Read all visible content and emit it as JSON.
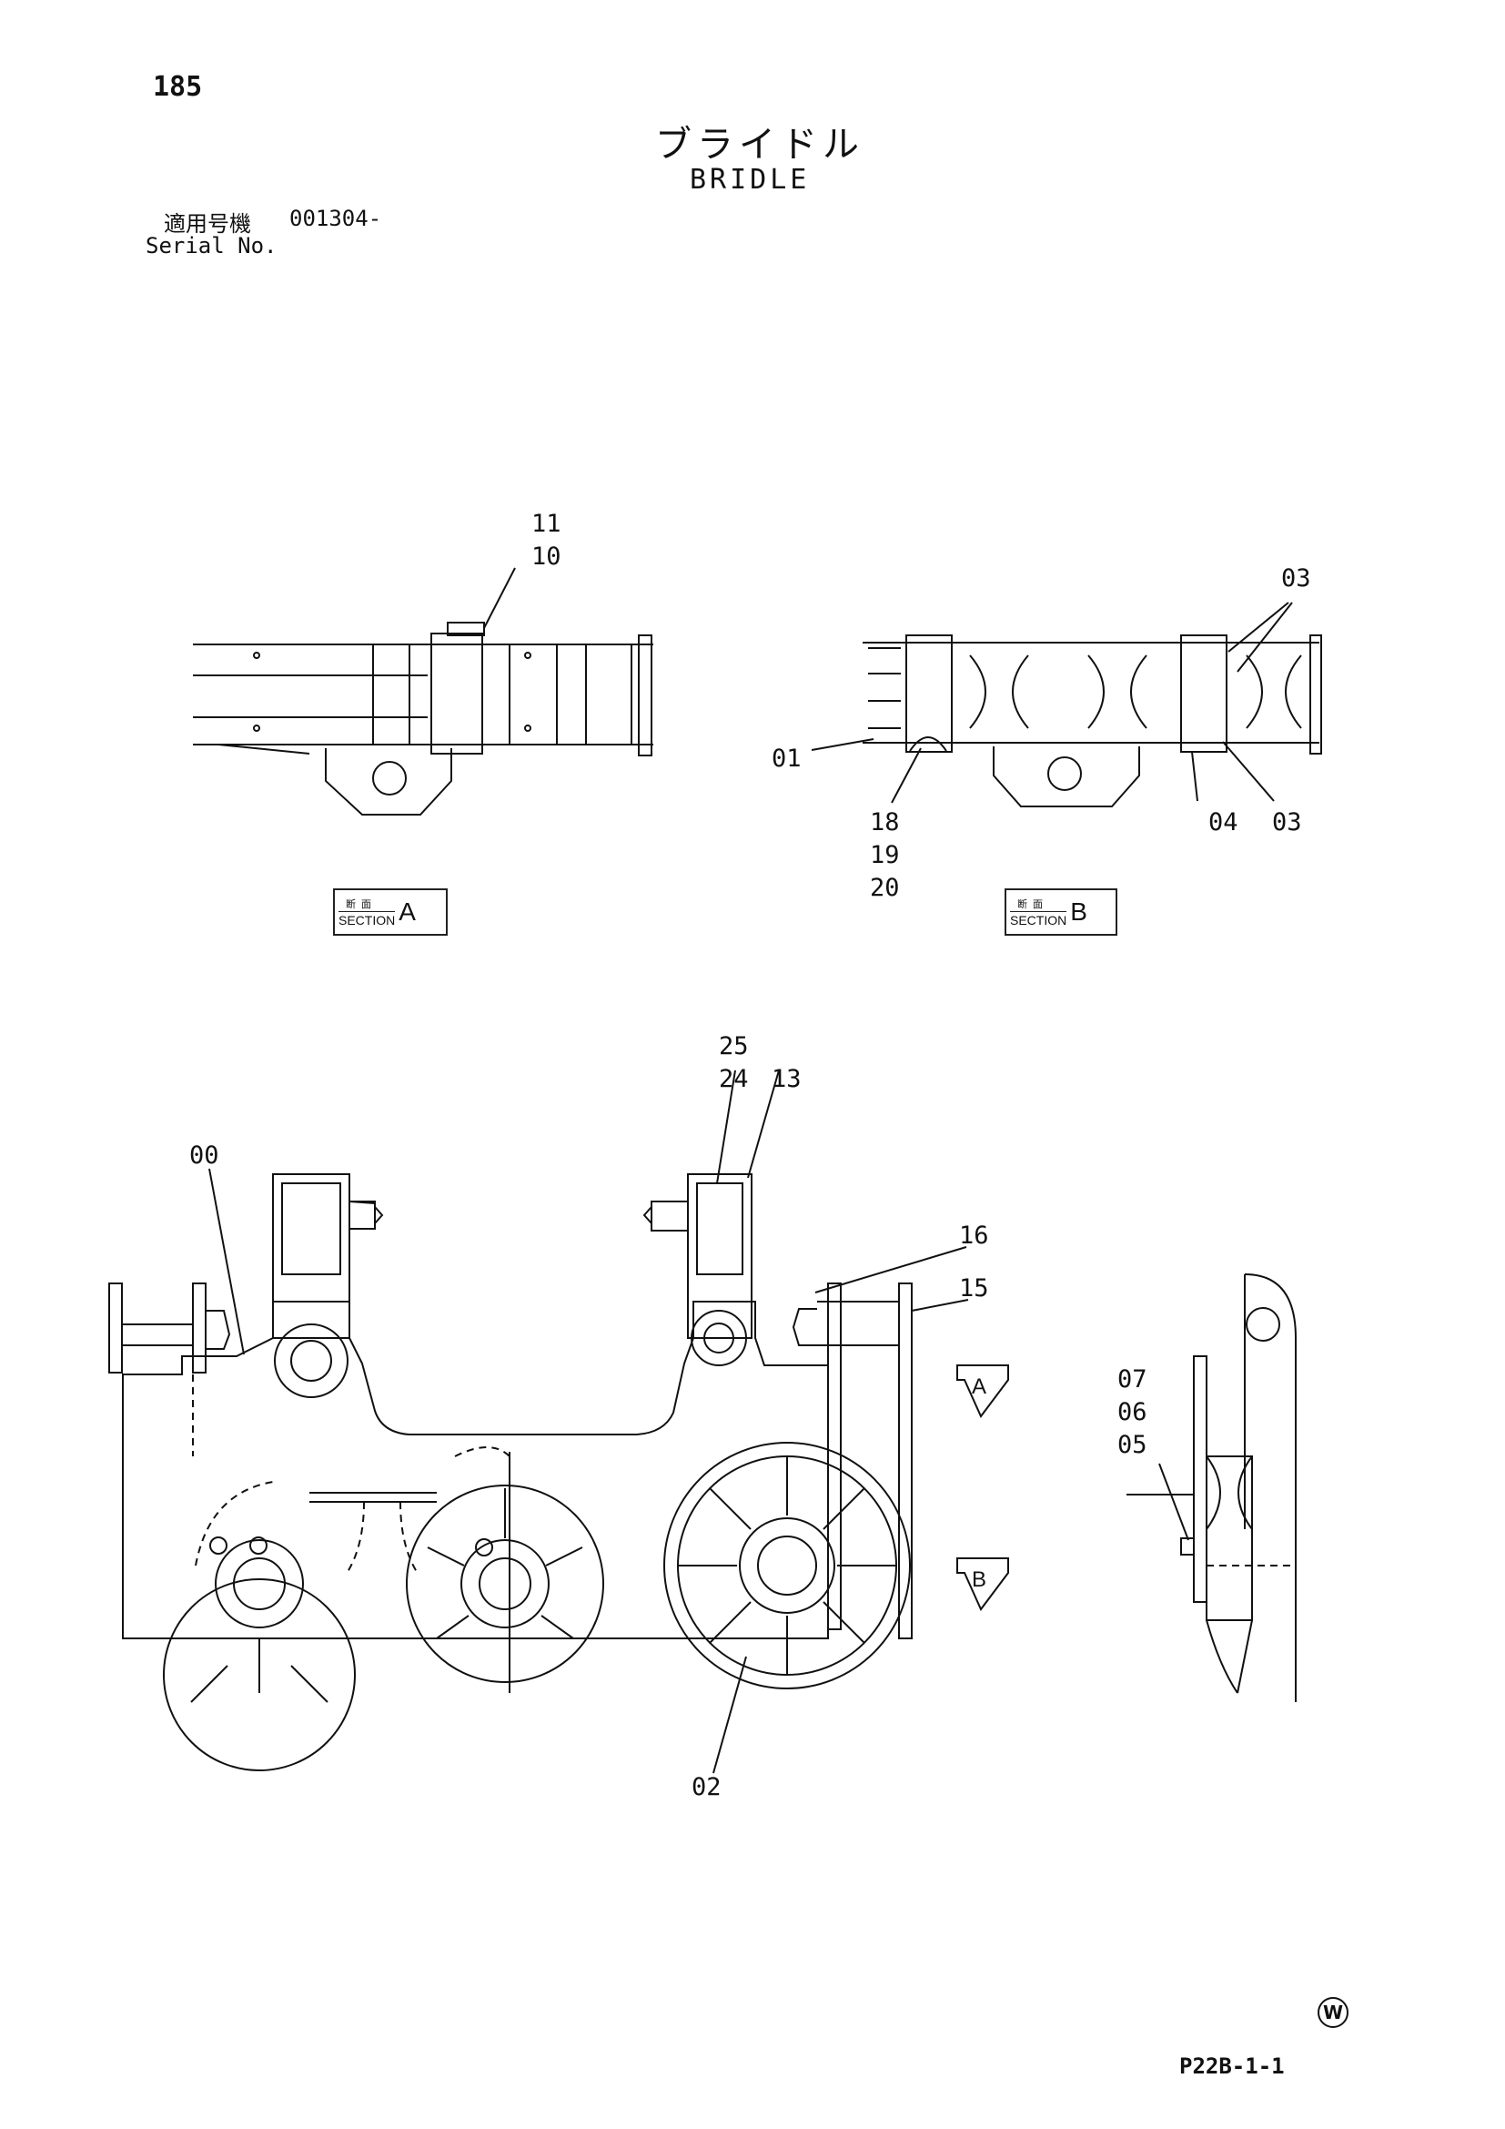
{
  "header": {
    "page_number": "185",
    "title_ja": "ブライドル",
    "title_en": "BRIDLE",
    "serial_ja": "適用号機",
    "serial_value": "001304-",
    "serial_en": "Serial No."
  },
  "section_boxes": [
    {
      "ja": "断面",
      "word": "SECTION",
      "letter": "A"
    },
    {
      "ja": "断面",
      "word": "SECTION",
      "letter": "B"
    }
  ],
  "view_markers": [
    "A",
    "B"
  ],
  "part_labels": {
    "p11": "11",
    "p10": "10",
    "p03_top": "03",
    "p01": "01",
    "p18": "18",
    "p19": "19",
    "p20": "20",
    "p04": "04",
    "p03_bottom": "03",
    "p25": "25",
    "p24": "24",
    "p13": "13",
    "p00": "00",
    "p16": "16",
    "p15": "15",
    "p07": "07",
    "p06": "06",
    "p05": "05",
    "p02": "02"
  },
  "footer": {
    "w_mark": "W",
    "doc_code": "P22B-1-1"
  }
}
